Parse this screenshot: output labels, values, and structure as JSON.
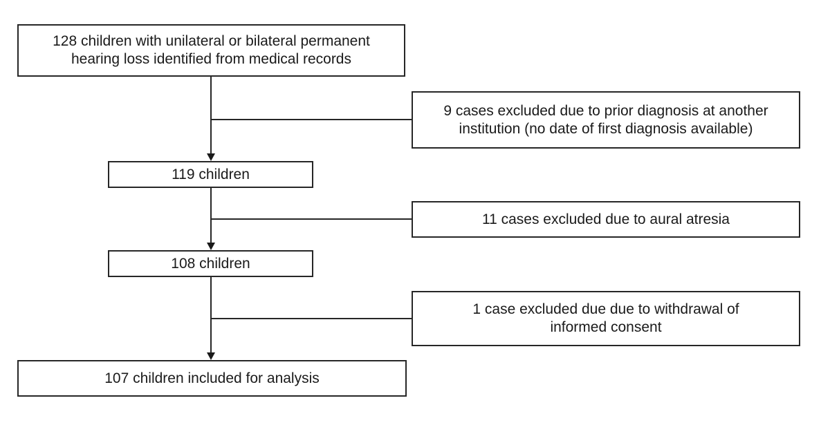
{
  "diagram": {
    "type": "flowchart",
    "description": "Patient inclusion/exclusion flow diagram",
    "nodes": {
      "identified": {
        "label": "128 children with unilateral or bilateral permanent\nhearing loss identified from medical records"
      },
      "excluded_prior_diagnosis": {
        "label": "9 cases excluded due to prior diagnosis at another\ninstitution (no date of first diagnosis available)"
      },
      "after_first_exclusion": {
        "label": "119 children"
      },
      "excluded_aural_atresia": {
        "label": "11 cases excluded due to aural atresia"
      },
      "after_second_exclusion": {
        "label": "108 children"
      },
      "excluded_withdrawal": {
        "label": "1 case excluded due due to withdrawal of\ninformed consent"
      },
      "included": {
        "label": "107 children included for analysis"
      }
    },
    "counts": {
      "identified": 128,
      "excluded_prior_diagnosis": 9,
      "after_first_exclusion": 119,
      "excluded_aural_atresia": 11,
      "after_second_exclusion": 108,
      "excluded_withdrawal": 1,
      "included": 107
    },
    "colors": {
      "page_background": "#ffffff",
      "box_background": "#ffffff",
      "box_border": "#262626",
      "connector": "#262626",
      "text": "#1a1a1a"
    }
  }
}
